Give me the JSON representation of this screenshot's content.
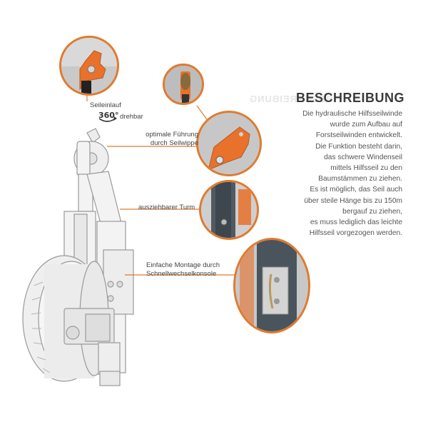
{
  "heading": {
    "title": "BESCHREIBUNG",
    "mirror": "BESCHREIBUNG"
  },
  "description": [
    "Die hydraulische Hilfsseilwinde",
    "wurde  zum Aufbau auf",
    "Forstseilwinden entwickelt.",
    "Die Funktion besteht darin,",
    "das schwere Windenseil",
    "mittels Hilfsseil zu den",
    "Baumstämmen zu ziehen.",
    "Es ist möglich, das Seil auch",
    "über steile Hänge bis zu 150m",
    "bergauf zu ziehen,",
    "es muss lediglich das leichte",
    "Hilfsseil vorgezogen werden."
  ],
  "callouts": {
    "seileinlauf": "Seileinlauf",
    "rotation_value": "360°",
    "drehbar": "drehbar",
    "fuehrung_1": "optimale Führung",
    "fuehrung_2": "durch Seilwippe",
    "turm": "ausziehbarer Turm",
    "montage_1": "Einfache Montage durch",
    "montage_2": "Schnellwechselkonsole"
  },
  "colors": {
    "accent": "#e07a2e",
    "text": "#444444",
    "heading": "#3a3a3a"
  }
}
